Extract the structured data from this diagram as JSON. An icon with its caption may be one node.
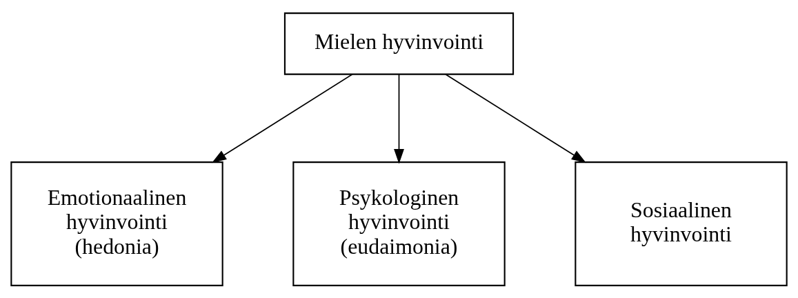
{
  "diagram": {
    "nodes": [
      {
        "text": [
          "Mielen hyvinvointi"
        ]
      },
      {
        "text": [
          "Emotionaalinen hyvinvointi (hedonia)"
        ]
      },
      {
        "text": [
          "Psykologinen hyvinvointi (eudaimonia)"
        ]
      },
      {
        "text": [
          "Sosiaalinen hyvinvointi"
        ]
      }
    ],
    "edges": [
      {
        "from": 0,
        "to": 1,
        "arrow": "to"
      },
      {
        "from": 0,
        "to": 2,
        "arrow": "to"
      },
      {
        "from": 0,
        "to": 3,
        "arrow": "to"
      }
    ]
  }
}
